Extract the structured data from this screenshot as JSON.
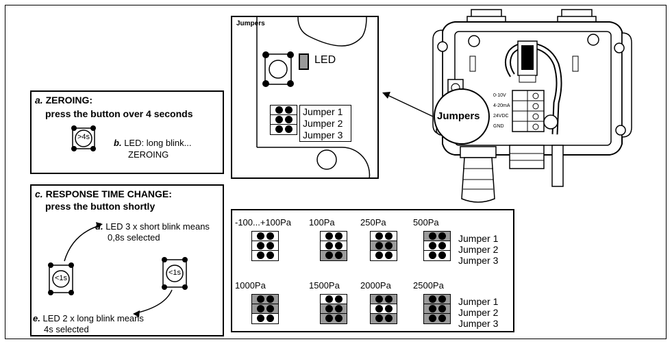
{
  "zeroing": {
    "title_letter": "a.",
    "title": "ZEROING:",
    "instruction": "press the button over 4 seconds",
    "button_label": ">4s",
    "led_letter": "b.",
    "led_line1": "LED: long blink...",
    "led_line2": "ZEROING"
  },
  "response": {
    "title_letter": "c.",
    "title": "RESPONSE TIME CHANGE:",
    "instruction": "press the button shortly",
    "d_letter": "d.",
    "d_line1": "LED 3 x short blink means",
    "d_line2": "0,8s selected",
    "button_label": "<1s",
    "e_letter": "e.",
    "e_line1": "LED 2 x long blink means",
    "e_line2": "4s selected"
  },
  "board": {
    "title": "Jumpers",
    "led_label": "LED",
    "jumpers": [
      "Jumper 1",
      "Jumper 2",
      "Jumper 3"
    ]
  },
  "device": {
    "callout": "Jumpers",
    "terminals": [
      "0-10V",
      "4-20mA",
      "24VDC",
      "GND"
    ]
  },
  "ranges": {
    "row1": [
      {
        "label": "-100...+100Pa",
        "jumpers_on": [
          false,
          false,
          false
        ]
      },
      {
        "label": "100Pa",
        "jumpers_on": [
          false,
          false,
          true
        ]
      },
      {
        "label": "250Pa",
        "jumpers_on": [
          false,
          true,
          false
        ]
      },
      {
        "label": "500Pa",
        "jumpers_on": [
          true,
          false,
          false
        ]
      }
    ],
    "row2": [
      {
        "label": "1000Pa",
        "jumpers_on": [
          true,
          true,
          false
        ]
      },
      {
        "label": "1500Pa",
        "jumpers_on": [
          false,
          true,
          true
        ]
      },
      {
        "label": "2000Pa",
        "jumpers_on": [
          true,
          false,
          true
        ]
      },
      {
        "label": "2500Pa",
        "jumpers_on": [
          true,
          true,
          true
        ]
      }
    ],
    "jumper_names": [
      "Jumper 1",
      "Jumper 2",
      "Jumper 3"
    ],
    "on_color": "#9a9a9a"
  }
}
